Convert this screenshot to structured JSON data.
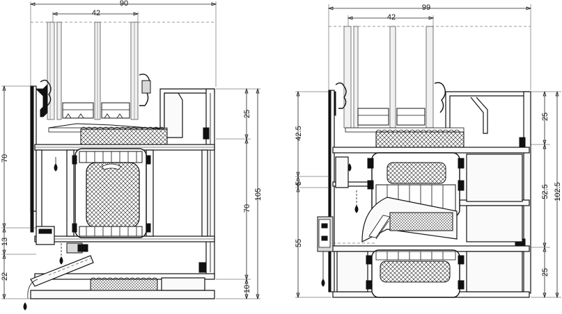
{
  "left_section": {
    "dims": {
      "top_width": "90",
      "glass_width": "42",
      "left_height": "70",
      "left_13": "13",
      "left_22": "22",
      "right_25": "25",
      "right_70": "70",
      "right_105": "105",
      "right_10": "10"
    }
  },
  "right_section": {
    "dims": {
      "top_width": "99",
      "glass_width": "42",
      "left_42_5": "42.5",
      "left_5": "5",
      "left_55": "55",
      "right_25_top": "25",
      "right_52_5": "52.5",
      "right_102_5": "102.5",
      "right_25_bottom": "25"
    }
  },
  "colors": {
    "line": "#111111",
    "background": "#ffffff"
  }
}
